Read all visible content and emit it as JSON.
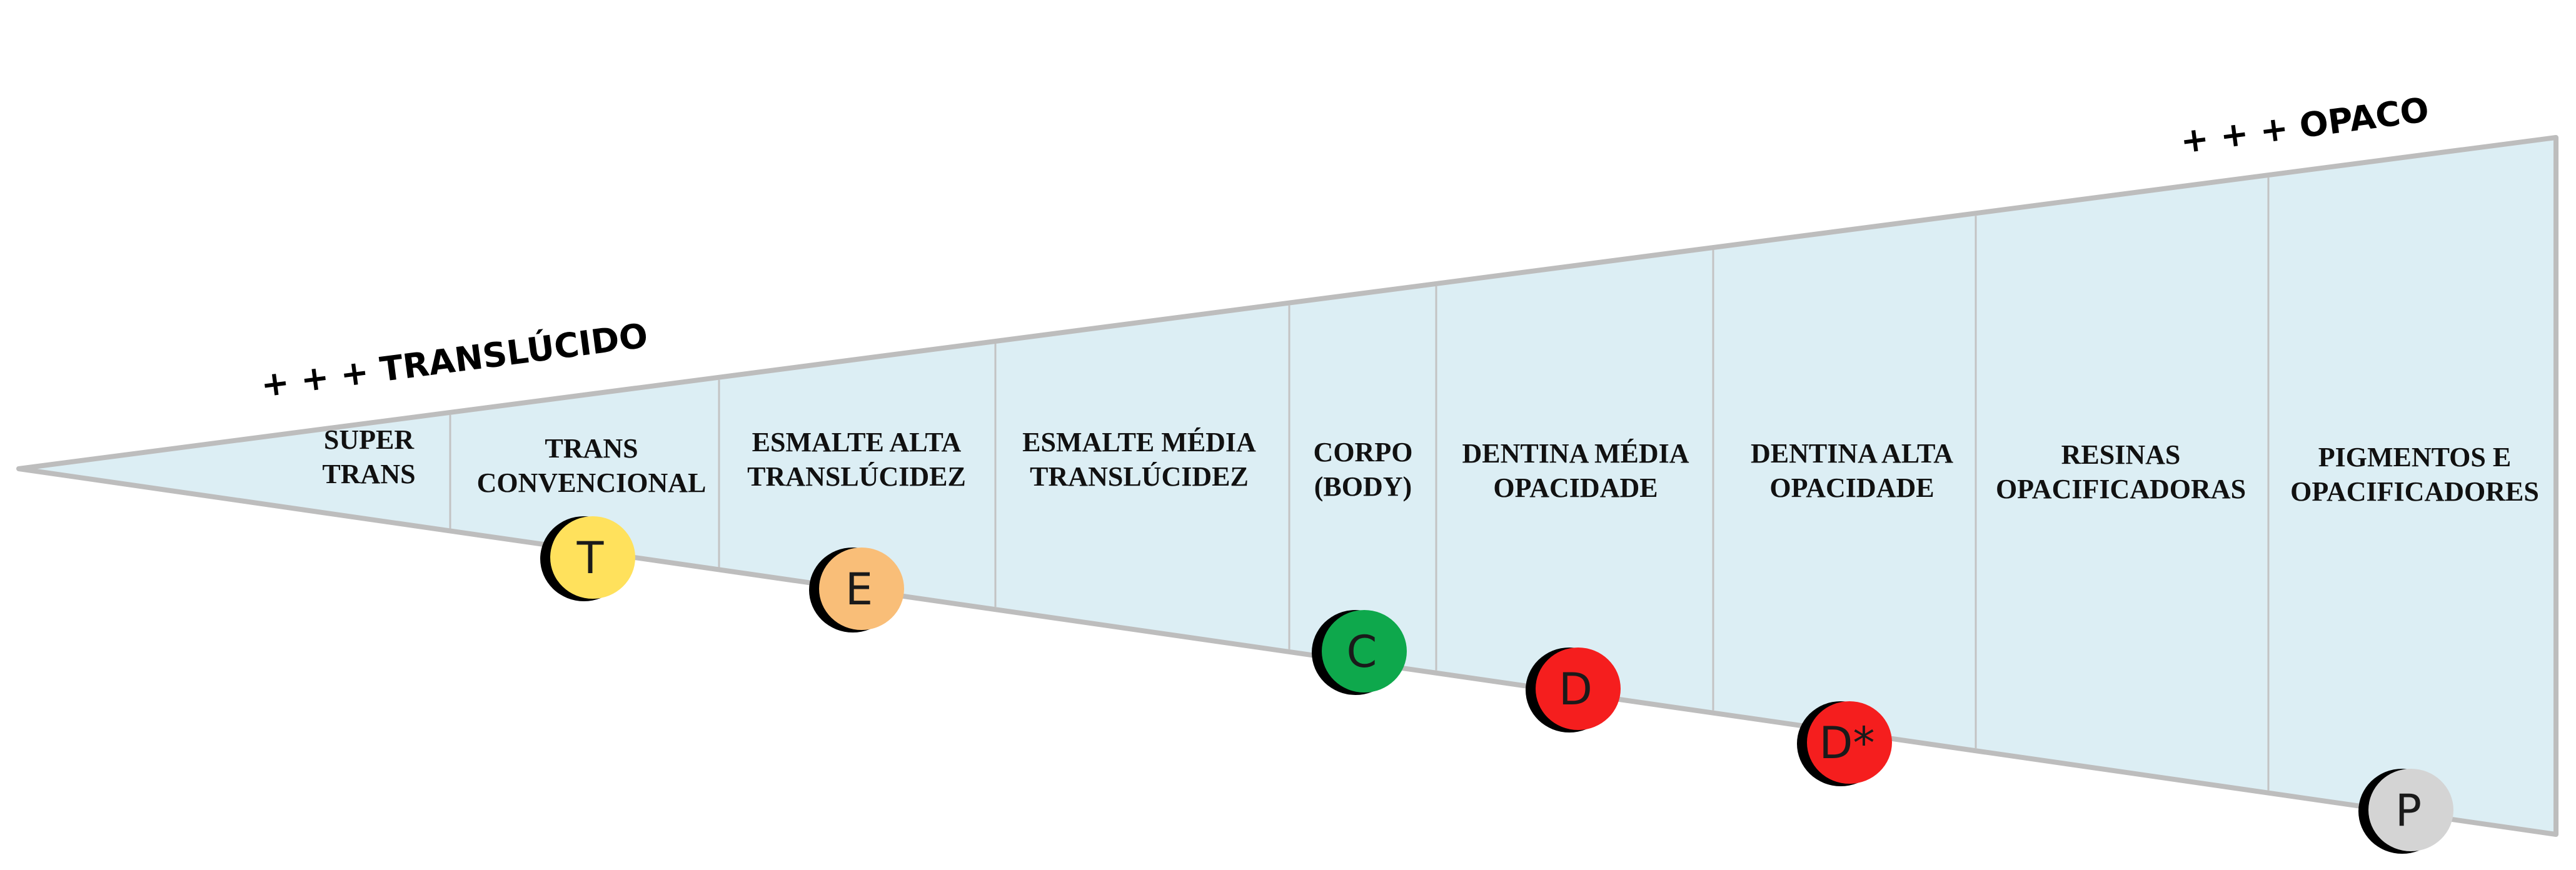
{
  "headings": {
    "translucent_end": "+ + + TRANSLÚCIDO",
    "opaque_end": "+ + + OPACO"
  },
  "zones": [
    {
      "id": "super-trans",
      "lines": [
        "SUPER",
        "TRANS"
      ]
    },
    {
      "id": "trans-convencional",
      "lines": [
        "TRANS",
        "CONVENCIONAL"
      ]
    },
    {
      "id": "esmalte-alta",
      "lines": [
        "ESMALTE ALTA",
        "TRANSLÚCIDEZ"
      ]
    },
    {
      "id": "esmalte-media",
      "lines": [
        "ESMALTE MÉDIA",
        "TRANSLÚCIDEZ"
      ]
    },
    {
      "id": "corpo",
      "lines": [
        "CORPO",
        "(BODY)"
      ]
    },
    {
      "id": "dentina-media",
      "lines": [
        "DENTINA MÉDIA",
        "OPACIDADE"
      ]
    },
    {
      "id": "dentina-alta",
      "lines": [
        "DENTINA ALTA",
        "OPACIDADE"
      ]
    },
    {
      "id": "resinas",
      "lines": [
        "RESINAS",
        "OPACIFICADORAS"
      ]
    },
    {
      "id": "pigmentos",
      "lines": [
        "PIGMENTOS E",
        "OPACIFICADORES"
      ]
    }
  ],
  "badges": [
    {
      "id": "t",
      "letter": "T",
      "color": "#FFE15C"
    },
    {
      "id": "e",
      "letter": "E",
      "color": "#F9BE78"
    },
    {
      "id": "c",
      "letter": "C",
      "color": "#0EA84C"
    },
    {
      "id": "d",
      "letter": "D",
      "color": "#F51E1E"
    },
    {
      "id": "d-star",
      "letter": "D*",
      "color": "#F51E1E"
    },
    {
      "id": "p",
      "letter": "P",
      "color": "#D4D4D4"
    }
  ],
  "colors": {
    "wedge_fill": "#DCEEF4",
    "wedge_stroke": "#BDBDBD",
    "divider": "#C3C3C3",
    "badge_shadow": "#000000"
  }
}
